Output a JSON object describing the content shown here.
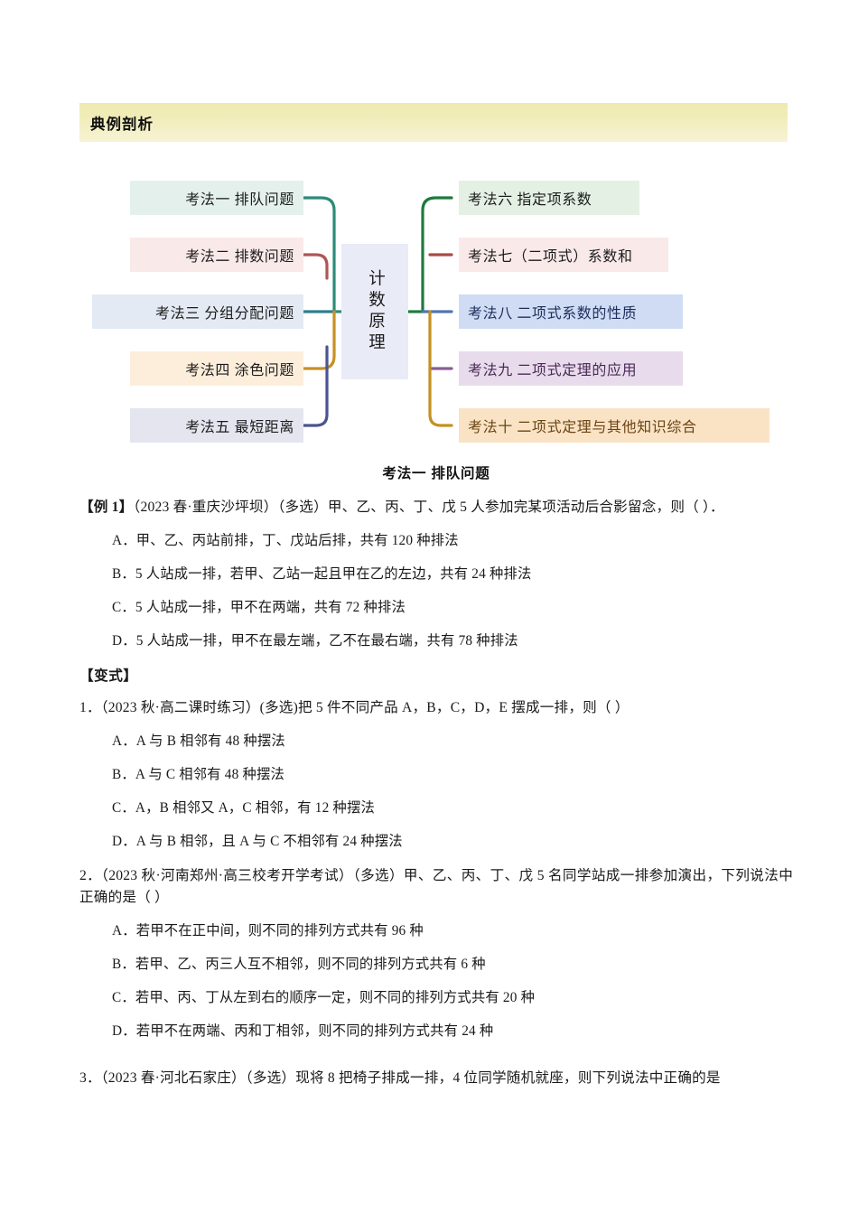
{
  "banner": {
    "title": "典例剖析"
  },
  "mindmap": {
    "center": "计数原理",
    "left_nodes": [
      {
        "label": "考法一  排队问题",
        "bg": "#e4f0ec",
        "fg": "#1c1c1c",
        "line": "#2e8b78"
      },
      {
        "label": "考法二  排数问题",
        "bg": "#fae9e9",
        "fg": "#1c1c1c",
        "line": "#b05555"
      },
      {
        "label": "考法三  分组分配问题",
        "bg": "#e3eaf3",
        "fg": "#1c1c1c",
        "line": "#2f7f8c"
      },
      {
        "label": "考法四  涂色问题",
        "bg": "#fdeedc",
        "fg": "#1c1c1c",
        "line": "#c79024"
      },
      {
        "label": "考法五  最短距离",
        "bg": "#e4e5ef",
        "fg": "#1c1c1c",
        "line": "#4a5490"
      }
    ],
    "right_nodes": [
      {
        "label": "考法六  指定项系数",
        "bg": "#e4f0e3",
        "fg": "#1c1c1c",
        "line": "#1e7a3c"
      },
      {
        "label": "考法七（二项式）系数和",
        "bg": "#fae9e9",
        "fg": "#1c1c1c",
        "line": "#ab4a43"
      },
      {
        "label": "考法八  二项式系数的性质",
        "bg": "#cfdcf4",
        "fg": "#1f2d5c",
        "line": "#5573ad"
      },
      {
        "label": "考法九  二项式定理的应用",
        "bg": "#e8dbec",
        "fg": "#4a2a56",
        "line": "#8a5c93"
      },
      {
        "label": "考法十  二项式定理与其他知识综合",
        "bg": "#fae3c5",
        "fg": "#6b4413",
        "line": "#c4901f"
      }
    ]
  },
  "content": {
    "section_heading": "考法一  排队问题",
    "example": {
      "marker": "【例 1】",
      "stem": "（2023 春·重庆沙坪坝）（多选）甲、乙、丙、丁、戊 5 人参加完某项活动后合影留念，则（    ）．",
      "options": [
        "A．甲、乙、丙站前排，丁、戊站后排，共有 120 种排法",
        "B．5 人站成一排，若甲、乙站一起且甲在乙的左边，共有 24 种排法",
        "C．5 人站成一排，甲不在两端，共有 72 种排法",
        "D．5 人站成一排，甲不在最左端，乙不在最右端，共有 78 种排法"
      ]
    },
    "variant_marker": "【变式】",
    "questions": [
      {
        "number": "1．",
        "stem": "（2023 秋·高二课时练习）(多选)把 5 件不同产品 A，B，C，D，E 摆成一排，则（    ）",
        "options": [
          "A．A 与 B 相邻有 48 种摆法",
          "B．A 与 C 相邻有 48 种摆法",
          "C．A，B 相邻又 A，C 相邻，有 12 种摆法",
          "D．A 与 B 相邻，且 A 与 C 不相邻有 24 种摆法"
        ]
      },
      {
        "number": "2．",
        "stem": "（2023 秋·河南郑州·高三校考开学考试）（多选）甲、乙、丙、丁、戊 5 名同学站成一排参加演出，下列说法中正确的是（    ）",
        "options": [
          "A．若甲不在正中间，则不同的排列方式共有 96 种",
          "B．若甲、乙、丙三人互不相邻，则不同的排列方式共有 6 种",
          "C．若甲、丙、丁从左到右的顺序一定，则不同的排列方式共有 20 种",
          "D．若甲不在两端、丙和丁相邻，则不同的排列方式共有 24 种"
        ]
      },
      {
        "number": "3．",
        "stem": "（2023 春·河北石家庄）（多选）现将 8 把椅子排成一排，4 位同学随机就座，则下列说法中正确的是",
        "options": []
      }
    ]
  }
}
